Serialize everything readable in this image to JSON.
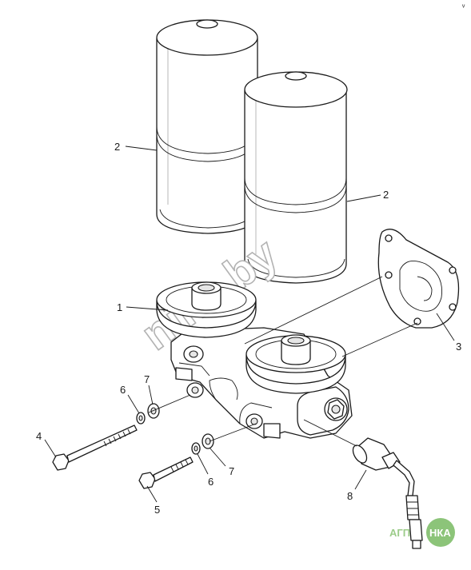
{
  "diagram": {
    "callouts": [
      {
        "id": "filter-left",
        "label": "2"
      },
      {
        "id": "filter-right",
        "label": "2"
      },
      {
        "id": "filter-head",
        "label": "1"
      },
      {
        "id": "gasket",
        "label": "3"
      },
      {
        "id": "long-bolt",
        "label": "4"
      },
      {
        "id": "short-bolt",
        "label": "5"
      },
      {
        "id": "spring-washer-upper",
        "label": "6"
      },
      {
        "id": "flat-washer-upper",
        "label": "7"
      },
      {
        "id": "spring-washer-lower",
        "label": "6"
      },
      {
        "id": "flat-washer-lower",
        "label": "7"
      },
      {
        "id": "pressure-sensor",
        "label": "8"
      }
    ],
    "watermark": "nika.by",
    "corner_mark": "ᵛ",
    "logo": {
      "left": "АГП",
      "right": "НКА",
      "color_left": "#9ccc8a",
      "color_right": "#ffffff",
      "badge_color": "#8cc479"
    }
  },
  "colors": {
    "line": "#1a1a1a",
    "background": "#ffffff",
    "watermark": "#b3b3b3"
  }
}
